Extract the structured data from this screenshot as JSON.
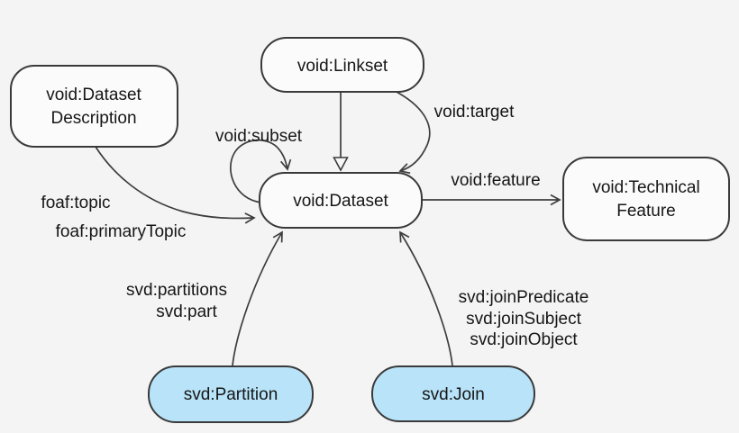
{
  "diagram": {
    "colors": {
      "background": "#f5f4f4",
      "node_fill": "#fbfbfb",
      "node_stroke": "#3a3a3a",
      "highlight_fill": "#b8e3f8",
      "edge_stroke": "#3d3d3d",
      "text": "#161616"
    },
    "nodes": {
      "dataset_description": {
        "lines": [
          "void:Dataset",
          "Description"
        ]
      },
      "linkset": {
        "label": "void:Linkset"
      },
      "dataset": {
        "label": "void:Dataset"
      },
      "technical_feature": {
        "lines": [
          "void:Technical",
          "Feature"
        ]
      },
      "partition": {
        "label": "svd:Partition"
      },
      "join": {
        "label": "svd:Join"
      }
    },
    "edges": {
      "subclass": {
        "from": "linkset",
        "to": "dataset",
        "style": "hollow-triangle",
        "label": ""
      },
      "target": {
        "from": "linkset",
        "to": "dataset",
        "label": "void:target"
      },
      "subset": {
        "from": "dataset",
        "to": "dataset",
        "label": "void:subset"
      },
      "feature": {
        "from": "dataset",
        "to": "technical_feature",
        "label": "void:feature"
      },
      "topic": {
        "from": "dataset_description",
        "to": "dataset",
        "labels": [
          "foaf:topic",
          "foaf:primaryTopic"
        ]
      },
      "partitions": {
        "from": "partition",
        "to": "dataset",
        "labels": [
          "svd:partitions",
          "svd:part"
        ]
      },
      "join_properties": {
        "from": "join",
        "to": "dataset",
        "labels": [
          "svd:joinPredicate",
          "svd:joinSubject",
          "svd:joinObject"
        ]
      }
    }
  }
}
